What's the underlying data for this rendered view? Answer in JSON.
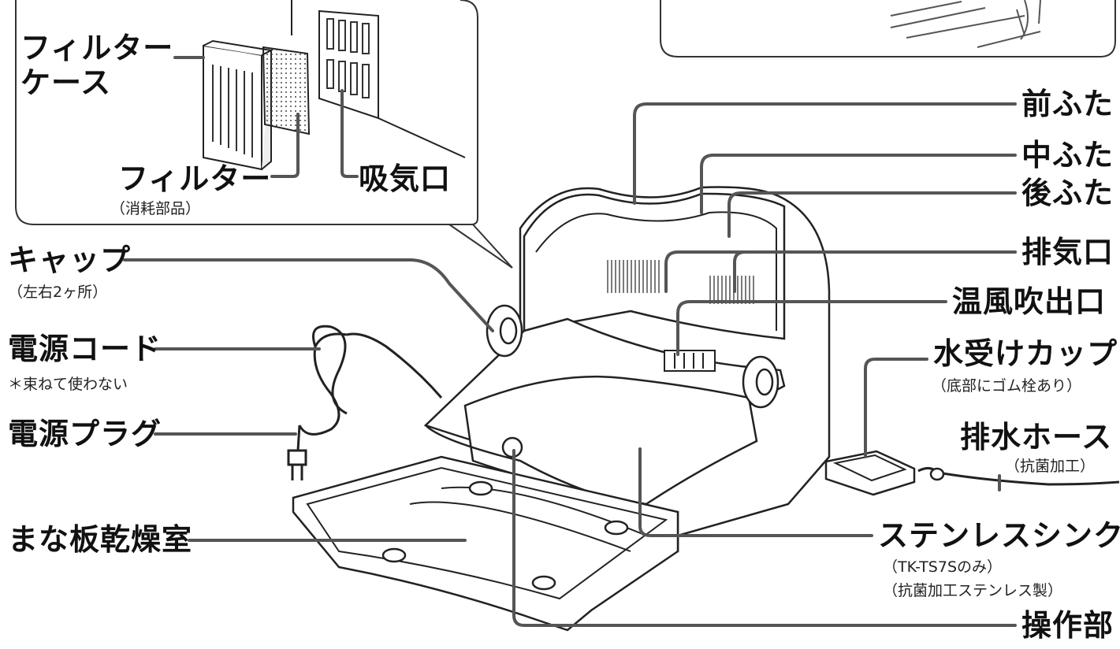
{
  "colors": {
    "line": "#555555",
    "outline": "#222222",
    "text": "#111111",
    "box": "#333333"
  },
  "inset": {
    "filter_case": "フィルター\nケース",
    "filter": "フィルター",
    "filter_note": "（消耗部品）",
    "intake": "吸気口"
  },
  "left_labels": {
    "cap": "キャップ",
    "cap_note": "（左右2ヶ所）",
    "power_cord": "電源コード",
    "power_cord_note": "＊束ねて使わない",
    "power_plug": "電源プラグ",
    "board_dryer": "まな板乾燥室"
  },
  "right_labels": {
    "front_lid": "前ふた",
    "middle_lid": "中ふた",
    "rear_lid": "後ふた",
    "exhaust": "排気口",
    "warm_air_outlet": "温風吹出口",
    "water_cup": "水受けカップ",
    "water_cup_note": "（底部にゴム栓あり）",
    "drain_hose": "排水ホース",
    "drain_hose_note": "（抗菌加工）",
    "sink": "ステンレスシンク",
    "sink_note_1": "（TK-TS7Sのみ）",
    "sink_note_2": "（抗菌加工ステンレス製）",
    "control": "操作部"
  }
}
